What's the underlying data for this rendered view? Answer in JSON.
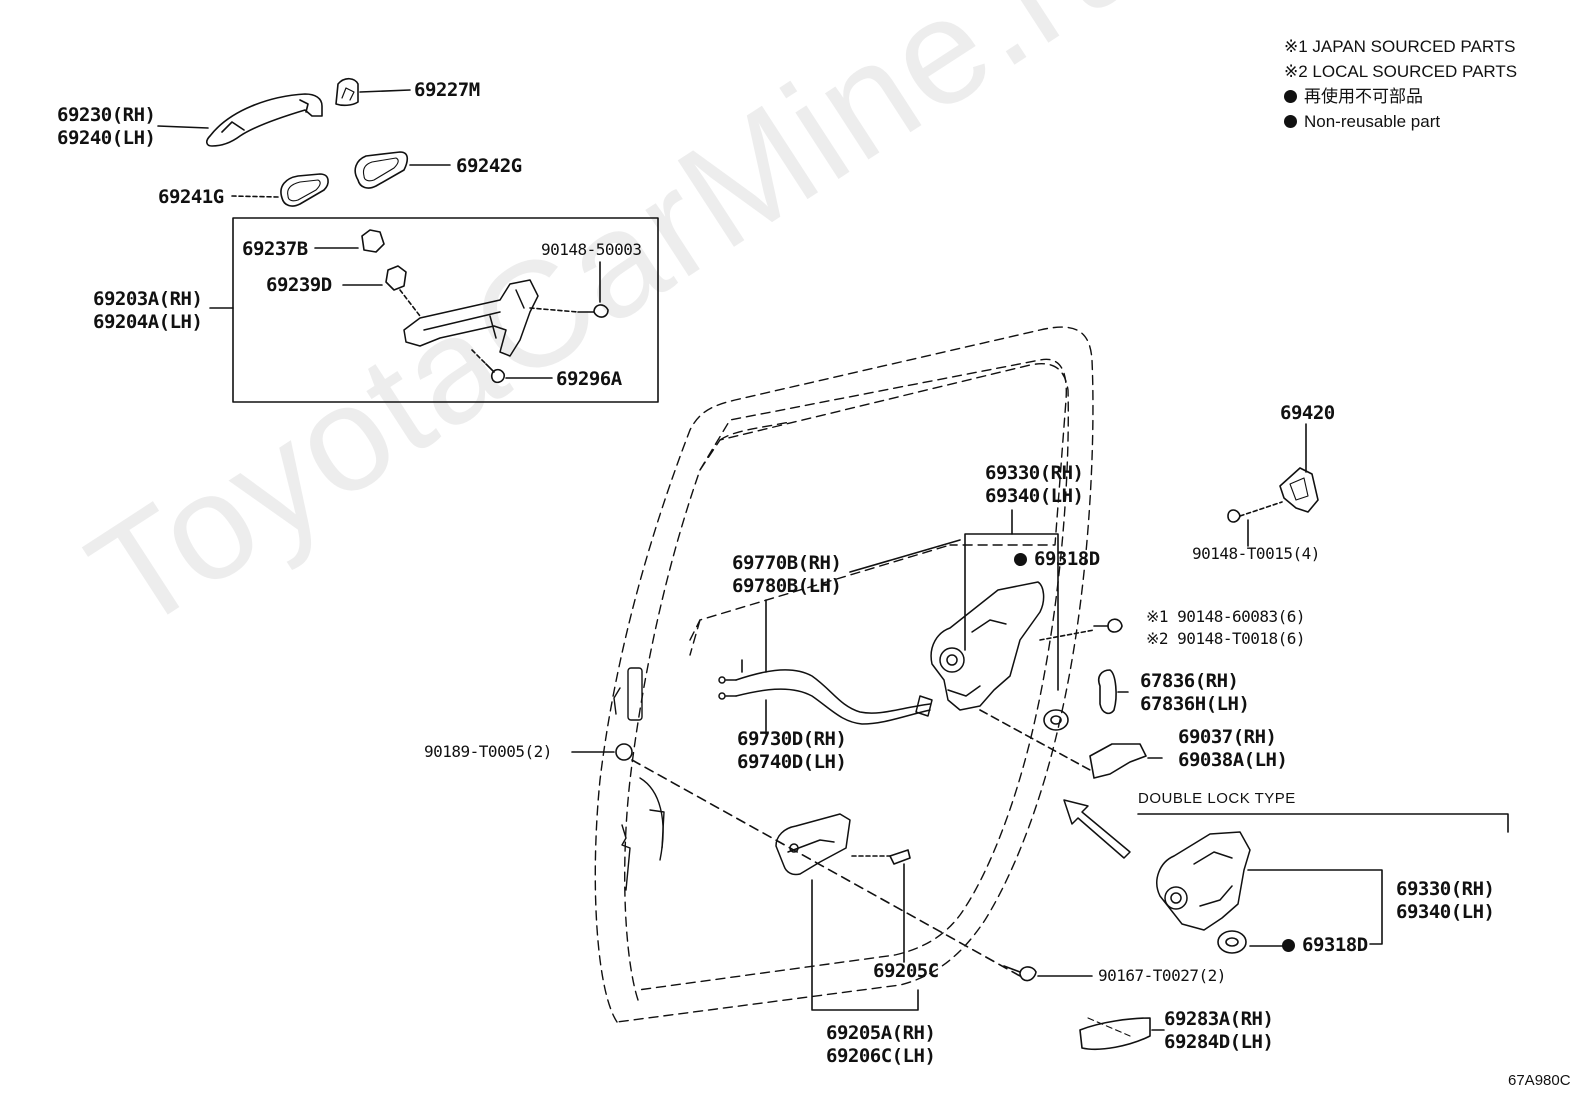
{
  "legend": {
    "japan": "※1  JAPAN SOURCED PARTS",
    "local": "※2  LOCAL SOURCED PARTS",
    "nonreusable_jp": "再使用不可部品",
    "nonreusable_en": "Non-reusable part"
  },
  "watermark": "ToyotaCarMine.ru",
  "double_lock_type": "DOUBLE LOCK TYPE",
  "figure_id": "67A980C",
  "parts": {
    "p69230": "69230(RH)",
    "p69240": "69240(LH)",
    "p69227M": "69227M",
    "p69242G": "69242G",
    "p69241G": "69241G",
    "p69237B": "69237B",
    "p69239D": "69239D",
    "p90148_50003": "90148-50003",
    "p69203A": "69203A(RH)",
    "p69204A": "69204A(LH)",
    "p69296A": "69296A",
    "p69420": "69420",
    "p90148_T0015": "90148-T0015(4)",
    "p69330": "69330(RH)",
    "p69340": "69340(LH)",
    "p69318D": "69318D",
    "p69770B": "69770B(RH)",
    "p69780B": "69780B(LH)",
    "p90148_60083": "※1 90148-60083(6)",
    "p90148_T0018": "※2 90148-T0018(6)",
    "p67836": "67836(RH)",
    "p67836H": "67836H(LH)",
    "p69730D": "69730D(RH)",
    "p69740D": "69740D(LH)",
    "p69037": "69037(RH)",
    "p69038A": "69038A(LH)",
    "p90189": "90189-T0005(2)",
    "p69330b": "69330(RH)",
    "p69340b": "69340(LH)",
    "p69318Db": "69318D",
    "p69205C": "69205C",
    "p90167": "90167-T0027(2)",
    "p69283A": "69283A(RH)",
    "p69284D": "69284D(LH)",
    "p69205A": "69205A(RH)",
    "p69206C": "69206C(LH)"
  }
}
